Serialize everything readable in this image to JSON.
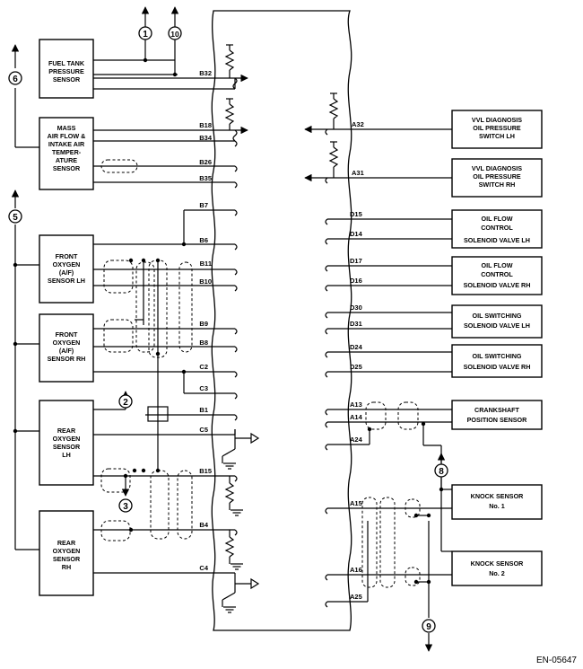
{
  "diagram": {
    "code": "EN-05647",
    "components": {
      "fuel_tank_pressure_sensor": [
        "FUEL TANK",
        "PRESSURE",
        "SENSOR"
      ],
      "maf_iat_sensor": [
        "MASS",
        "AIR FLOW &",
        "INTAKE AIR",
        "TEMPER-",
        "ATURE",
        "SENSOR"
      ],
      "front_oxygen_lh": [
        "FRONT",
        "OXYGEN",
        "(A/F)",
        "SENSOR LH"
      ],
      "front_oxygen_rh": [
        "FRONT",
        "OXYGEN",
        "(A/F)",
        "SENSOR RH"
      ],
      "rear_oxygen_lh": [
        "REAR",
        "OXYGEN",
        "SENSOR",
        "LH"
      ],
      "rear_oxygen_rh": [
        "REAR",
        "OXYGEN",
        "SENSOR",
        "RH"
      ],
      "vvl_switch_lh": [
        "VVL DIAGNOSIS",
        "OIL PRESSURE",
        "SWITCH LH"
      ],
      "vvl_switch_rh": [
        "VVL DIAGNOSIS",
        "OIL PRESSURE",
        "SWITCH RH"
      ],
      "oil_flow_lh": [
        "OIL FLOW",
        "CONTROL",
        "SOLENOID VALVE LH"
      ],
      "oil_flow_rh": [
        "OIL FLOW",
        "CONTROL",
        "SOLENOID VALVE RH"
      ],
      "oil_switching_lh": [
        "OIL SWITCHING",
        "SOLENOID VALVE LH"
      ],
      "oil_switching_rh": [
        "OIL SWITCHING",
        "SOLENOID VALVE RH"
      ],
      "crankshaft_sensor": [
        "CRANKSHAFT",
        "POSITION SENSOR"
      ],
      "knock_sensor_1": [
        "KNOCK SENSOR",
        "No. 1"
      ],
      "knock_sensor_2": [
        "KNOCK SENSOR",
        "No. 2"
      ]
    },
    "pins": {
      "B32": "B32",
      "B18": "B18",
      "B34": "B34",
      "B26": "B26",
      "B35": "B35",
      "B7": "B7",
      "B6": "B6",
      "B11": "B11",
      "B10": "B10",
      "B9": "B9",
      "B8": "B8",
      "C2": "C2",
      "C3": "C3",
      "B1": "B1",
      "C5": "C5",
      "B15": "B15",
      "B4": "B4",
      "C4": "C4",
      "A32": "A32",
      "A31": "A31",
      "D15": "D15",
      "D14": "D14",
      "D17": "D17",
      "D16": "D16",
      "D30": "D30",
      "D31": "D31",
      "D24": "D24",
      "D25": "D25",
      "A13": "A13",
      "A14": "A14",
      "A24": "A24",
      "A15": "A15",
      "A16": "A16",
      "A25": "A25"
    },
    "references": {
      "r1": "1",
      "r10": "10",
      "r6": "6",
      "r5": "5",
      "r2": "2",
      "r3": "3",
      "r8": "8",
      "r9": "9"
    }
  }
}
